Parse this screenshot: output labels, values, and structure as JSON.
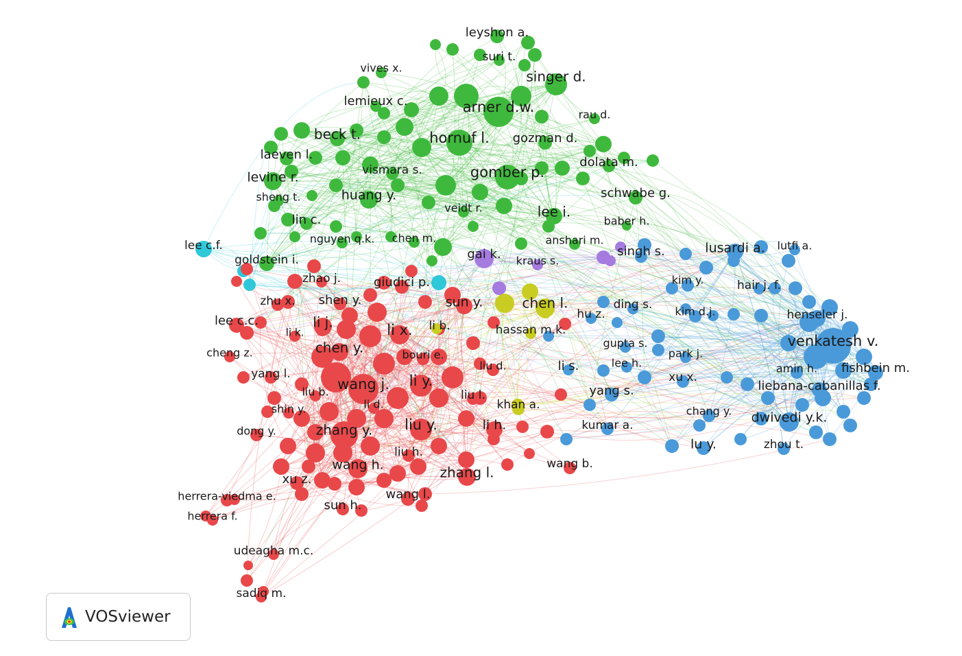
{
  "app": {
    "name": "VOSviewer"
  },
  "colors": {
    "red": "#e8484a",
    "green": "#3fb93d",
    "blue": "#4a9ad9",
    "cyan": "#2ec8d9",
    "purple": "#a57be0",
    "yellow": "#c9cc22"
  },
  "clusters": [
    {
      "color": "green",
      "labels": [
        "leyshon a.",
        "suri t.",
        "singer d.",
        "vives x.",
        "lemieux c.",
        "arner d.w.",
        "rau d.",
        "beck t.",
        "hornuf l.",
        "gozman d.",
        "laeven l.",
        "dolata m.",
        "vismara s.",
        "gomber p.",
        "levine r.",
        "schwabe g.",
        "sheng t.",
        "huang y.",
        "veidt r.",
        "lee i.",
        "lin c.",
        "baber h.",
        "nguyen q.k.",
        "chen m.",
        "anshari m.",
        "goldstein i."
      ]
    },
    {
      "color": "blue",
      "labels": [
        "singh s.",
        "lusardi a.",
        "lutfi a.",
        "kim y.",
        "hair j. f.",
        "ding s.",
        "kim d.j.",
        "henseler j.",
        "hu z.",
        "venkatesh v.",
        "gupta s.",
        "park j.",
        "lee h.",
        "amin h.",
        "fishbein m.",
        "li s.",
        "xu x.",
        "liebana-cabanillas f.",
        "yang s.",
        "chang y.",
        "dwivedi y.k.",
        "kumar a.",
        "lu y.",
        "zhou t."
      ]
    },
    {
      "color": "cyan",
      "labels": [
        "lee c.f."
      ]
    },
    {
      "color": "purple",
      "labels": [
        "gai k.",
        "kraus s."
      ]
    },
    {
      "color": "yellow",
      "labels": [
        "chen l.",
        "hassan m.k.",
        "khan a."
      ]
    },
    {
      "color": "red",
      "labels": [
        "zhao j.",
        "giudici p.",
        "zhu x.",
        "shen y.",
        "sun y.",
        "lee c.c.",
        "li j.",
        "li x.",
        "li b.",
        "li k.",
        "chen y.",
        "cheng z.",
        "bouri e.",
        "liu d.",
        "yang l.",
        "wang j.",
        "li y.",
        "liu b.",
        "liu l.",
        "li d.",
        "shin y.",
        "dong y.",
        "zhang y.",
        "liu y.",
        "li h.",
        "liu h.",
        "wang h.",
        "zhang l.",
        "wang b.",
        "xu z.",
        "herrera-viedma e.",
        "wang l.",
        "sun h.",
        "herrera f.",
        "udeagha m.c.",
        "sadiq m."
      ]
    }
  ]
}
